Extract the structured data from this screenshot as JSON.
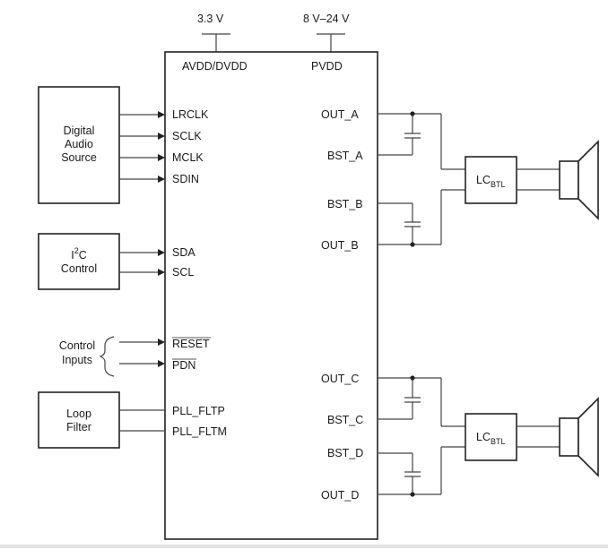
{
  "supplies": {
    "digital": "3.3 V",
    "power": "8 V–24 V"
  },
  "chip": {
    "avdd_dvdd": "AVDD/DVDD",
    "pvdd": "PVDD",
    "left_pins": {
      "lrclk": "LRCLK",
      "sclk": "SCLK",
      "mclk": "MCLK",
      "sdin": "SDIN",
      "sda": "SDA",
      "scl": "SCL",
      "reset": "RESET",
      "pdn": "PDN",
      "pll_fltp": "PLL_FLTP",
      "pll_fltm": "PLL_FLTM"
    },
    "right_pins": {
      "out_a": "OUT_A",
      "bst_a": "BST_A",
      "bst_b": "BST_B",
      "out_b": "OUT_B",
      "out_c": "OUT_C",
      "bst_c": "BST_C",
      "bst_d": "BST_D",
      "out_d": "OUT_D"
    }
  },
  "blocks": {
    "digital_audio": [
      "Digital",
      "Audio",
      "Source"
    ],
    "i2c": {
      "main": "I",
      "sup": "2",
      "after": "C",
      "line2": "Control"
    },
    "control_inputs": [
      "Control",
      "Inputs"
    ],
    "loop_filter": [
      "Loop",
      "Filter"
    ],
    "lc_filter": {
      "main": "LC",
      "sub": "BTL"
    }
  }
}
